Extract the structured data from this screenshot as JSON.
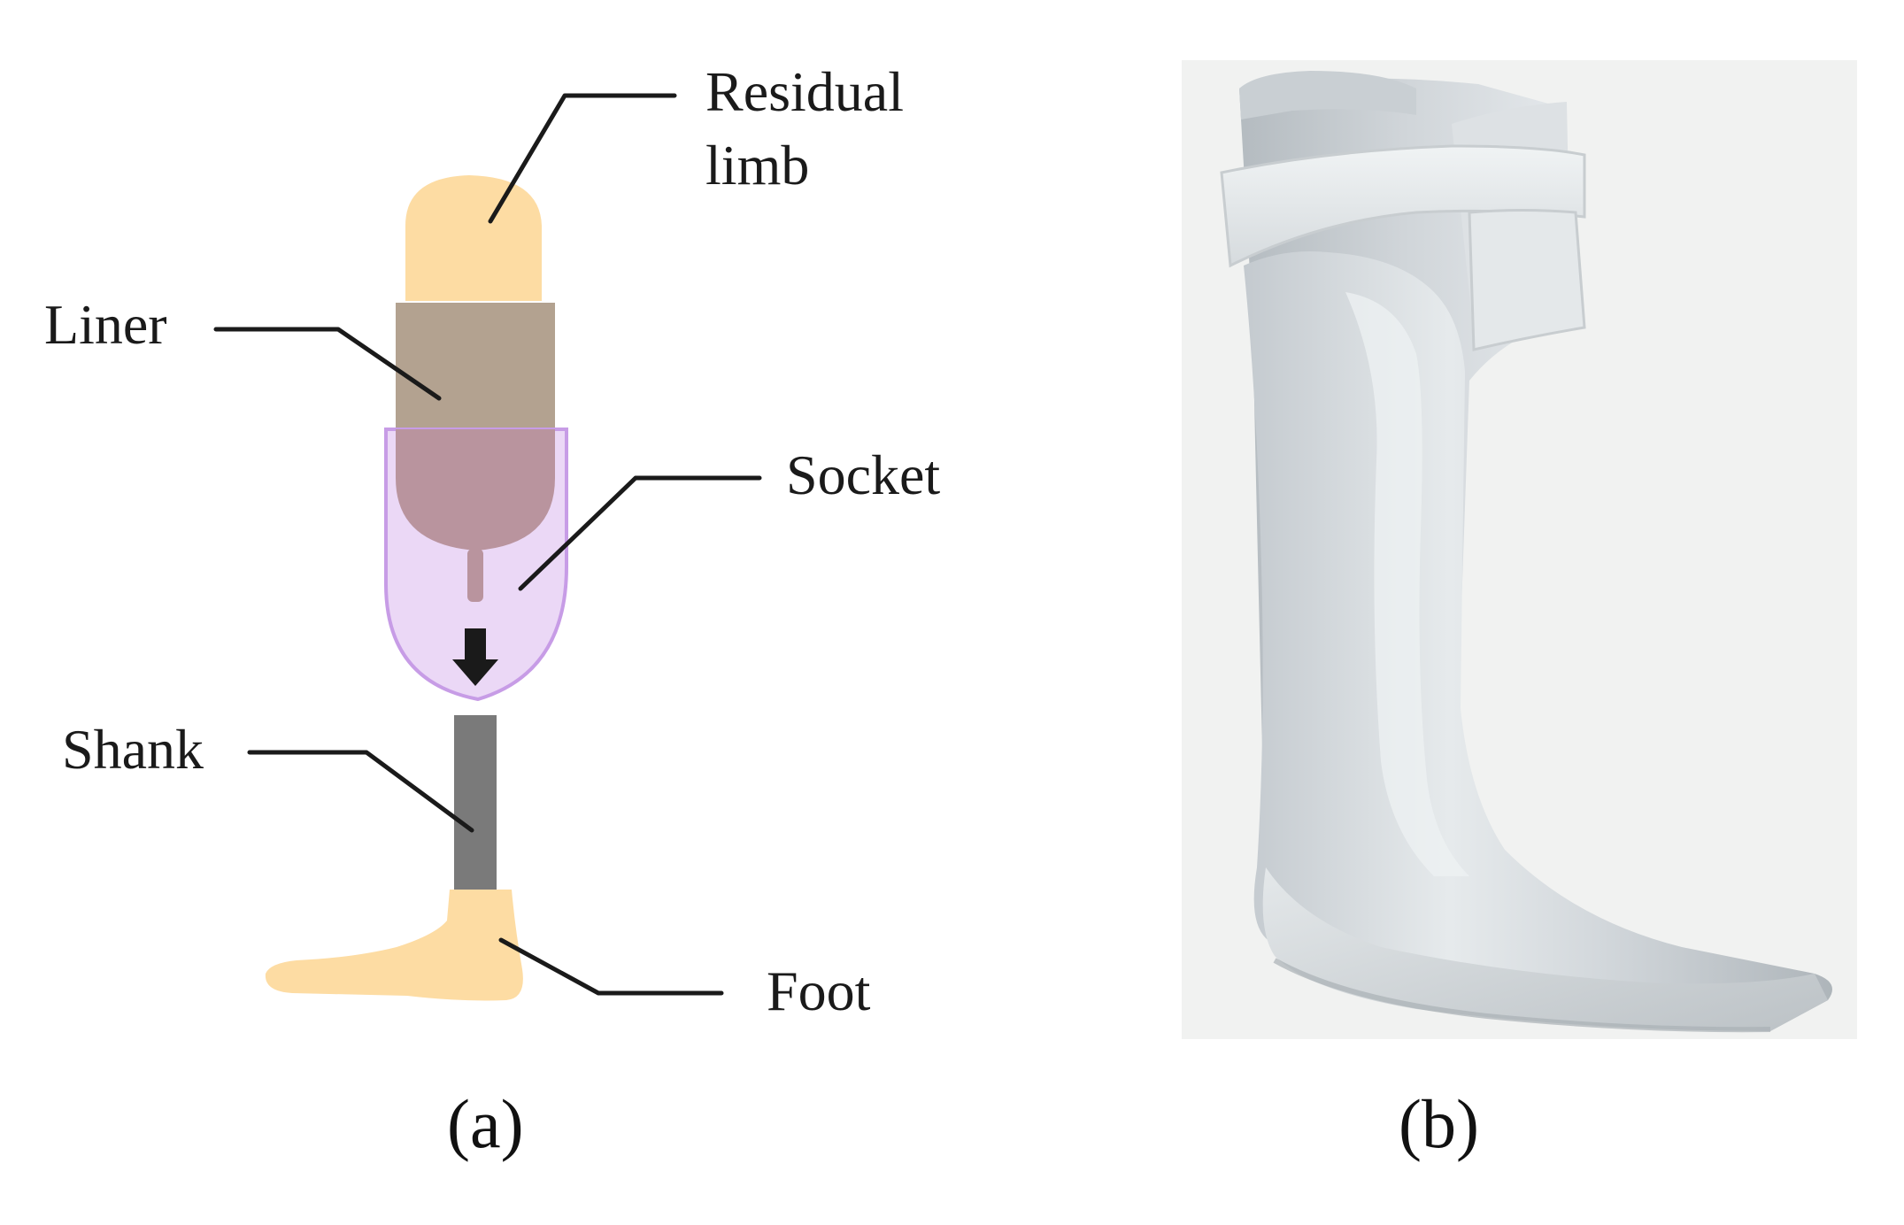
{
  "panel_a": {
    "labels": {
      "residual_limb_line1": "Residual",
      "residual_limb_line2": "limb",
      "liner": "Liner",
      "socket": "Socket",
      "shank": "Shank",
      "foot": "Foot"
    },
    "caption": "(a)",
    "colors": {
      "residual_limb": "#FDDCA3",
      "liner": "#B3A290",
      "socket_fill": "#EBD8F6",
      "socket_stroke": "#C79CE6",
      "liner_in_socket": "#B9949E",
      "shank": "#7A7A7A",
      "foot": "#FDDCA3",
      "leader_line": "#1a1a1a",
      "arrow": "#1a1a1a"
    }
  },
  "panel_b": {
    "caption": "(b)",
    "colors": {
      "background": "#F1F2F1",
      "shell": "#D9DDE0",
      "shell_highlight": "#EEF1F3",
      "shell_shadow": "#B6BCC1",
      "strap": "#E8ECEE"
    }
  }
}
